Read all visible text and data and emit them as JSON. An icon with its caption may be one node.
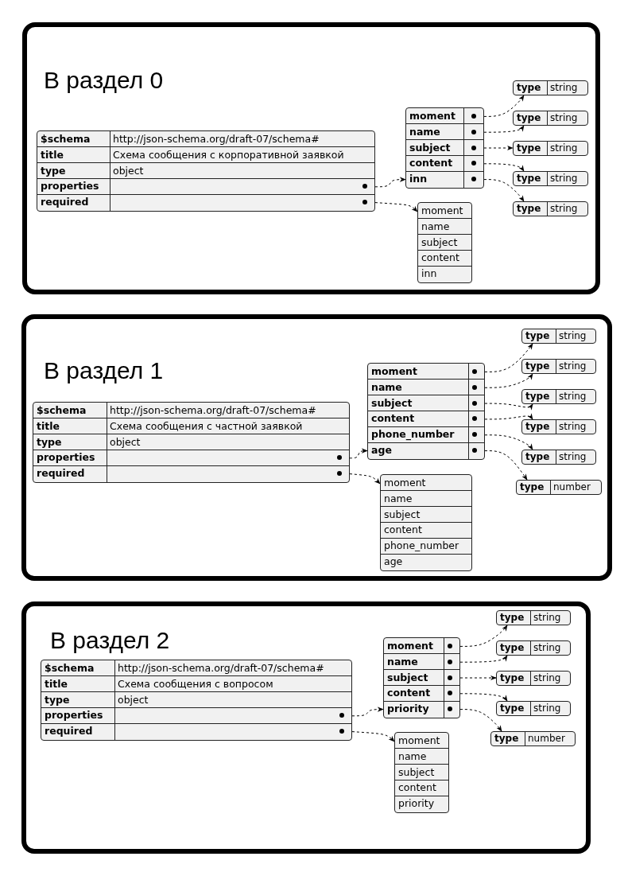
{
  "diagram": {
    "nodes": [
      {
        "text": [
          "В раздел 0"
        ]
      },
      {
        "text": [
          "$schema",
          "http://json-schema.org/draft-07/schema#",
          "title",
          "Схема сообщения с корпоративной заявкой",
          "type",
          "object",
          "properties",
          "required"
        ],
        "in": 0
      },
      {
        "text": [
          "moment",
          "name",
          "subject",
          "content",
          "inn"
        ],
        "in": 0
      },
      {
        "text": [
          "moment",
          "name",
          "subject",
          "content",
          "inn"
        ],
        "in": 0
      },
      {
        "text": [
          "type",
          "string"
        ],
        "in": 0
      },
      {
        "text": [
          "type",
          "string"
        ],
        "in": 0
      },
      {
        "text": [
          "type",
          "string"
        ],
        "in": 0
      },
      {
        "text": [
          "type",
          "string"
        ],
        "in": 0
      },
      {
        "text": [
          "type",
          "string"
        ],
        "in": 0
      },
      {
        "text": [
          "В раздел 1"
        ]
      },
      {
        "text": [
          "$schema",
          "http://json-schema.org/draft-07/schema#",
          "title",
          "Схема сообщения с частной заявкой",
          "type",
          "object",
          "properties",
          "required"
        ],
        "in": 9
      },
      {
        "text": [
          "moment",
          "name",
          "subject",
          "content",
          "phone_number",
          "age"
        ],
        "in": 9
      },
      {
        "text": [
          "moment",
          "name",
          "subject",
          "content",
          "phone_number",
          "age"
        ],
        "in": 9
      },
      {
        "text": [
          "type",
          "string"
        ],
        "in": 9
      },
      {
        "text": [
          "type",
          "string"
        ],
        "in": 9
      },
      {
        "text": [
          "type",
          "string"
        ],
        "in": 9
      },
      {
        "text": [
          "type",
          "string"
        ],
        "in": 9
      },
      {
        "text": [
          "type",
          "string"
        ],
        "in": 9
      },
      {
        "text": [
          "type",
          "number"
        ],
        "in": 9
      },
      {
        "text": [
          "В раздел 2"
        ]
      },
      {
        "text": [
          "$schema",
          "http://json-schema.org/draft-07/schema#",
          "title",
          "Схема сообщения с вопросом",
          "type",
          "object",
          "properties",
          "required"
        ],
        "in": 19
      },
      {
        "text": [
          "moment",
          "name",
          "subject",
          "content",
          "priority"
        ],
        "in": 19
      },
      {
        "text": [
          "moment",
          "name",
          "subject",
          "content",
          "priority"
        ],
        "in": 19
      },
      {
        "text": [
          "type",
          "string"
        ],
        "in": 19
      },
      {
        "text": [
          "type",
          "string"
        ],
        "in": 19
      },
      {
        "text": [
          "type",
          "string"
        ],
        "in": 19
      },
      {
        "text": [
          "type",
          "string"
        ],
        "in": 19
      },
      {
        "text": [
          "type",
          "number"
        ],
        "in": 19
      }
    ],
    "edges": [
      {
        "from": 1,
        "to": 2,
        "arrow": "to",
        "style": "dashed"
      },
      {
        "from": 1,
        "to": 3,
        "arrow": "to",
        "style": "dashed"
      },
      {
        "from": 2,
        "to": 4,
        "arrow": "to",
        "style": "dashed"
      },
      {
        "from": 2,
        "to": 5,
        "arrow": "to",
        "style": "dashed"
      },
      {
        "from": 2,
        "to": 6,
        "arrow": "to",
        "style": "dashed"
      },
      {
        "from": 2,
        "to": 7,
        "arrow": "to",
        "style": "dashed"
      },
      {
        "from": 2,
        "to": 8,
        "arrow": "to",
        "style": "dashed"
      },
      {
        "from": 10,
        "to": 11,
        "arrow": "to",
        "style": "dashed"
      },
      {
        "from": 10,
        "to": 12,
        "arrow": "to",
        "style": "dashed"
      },
      {
        "from": 11,
        "to": 13,
        "arrow": "to",
        "style": "dashed"
      },
      {
        "from": 11,
        "to": 14,
        "arrow": "to",
        "style": "dashed"
      },
      {
        "from": 11,
        "to": 15,
        "arrow": "to",
        "style": "dashed"
      },
      {
        "from": 11,
        "to": 16,
        "arrow": "to",
        "style": "dashed"
      },
      {
        "from": 11,
        "to": 17,
        "arrow": "to",
        "style": "dashed"
      },
      {
        "from": 11,
        "to": 18,
        "arrow": "to",
        "style": "dashed"
      },
      {
        "from": 20,
        "to": 21,
        "arrow": "to",
        "style": "dashed"
      },
      {
        "from": 20,
        "to": 22,
        "arrow": "to",
        "style": "dashed"
      },
      {
        "from": 21,
        "to": 23,
        "arrow": "to",
        "style": "dashed"
      },
      {
        "from": 21,
        "to": 24,
        "arrow": "to",
        "style": "dashed"
      },
      {
        "from": 21,
        "to": 25,
        "arrow": "to",
        "style": "dashed"
      },
      {
        "from": 21,
        "to": 26,
        "arrow": "to",
        "style": "dashed"
      },
      {
        "from": 21,
        "to": 27,
        "arrow": "to",
        "style": "dashed"
      }
    ]
  }
}
